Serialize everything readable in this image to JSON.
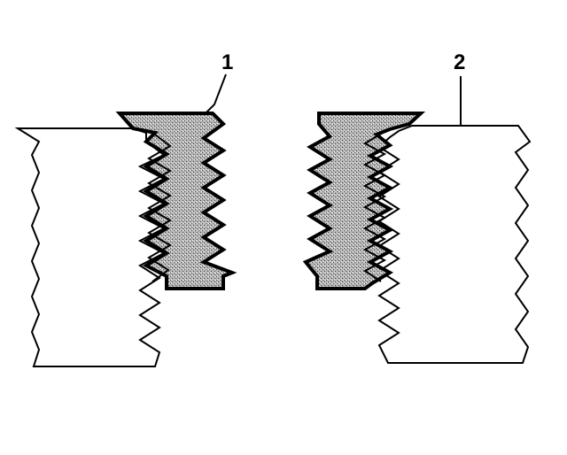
{
  "callouts": [
    {
      "id": "1",
      "label": "1"
    },
    {
      "id": "2",
      "label": "2"
    }
  ],
  "colors": {
    "outline": "#000000",
    "insert_fill": "#a8a8a8",
    "background": "#ffffff"
  }
}
